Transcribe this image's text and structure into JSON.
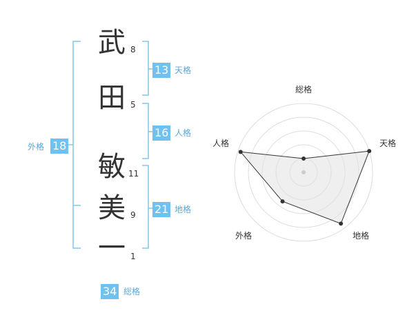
{
  "name_characters": [
    {
      "char": "武",
      "strokes": "8"
    },
    {
      "char": "田",
      "strokes": "5"
    },
    {
      "char": "敏",
      "strokes": "11"
    },
    {
      "char": "美",
      "strokes": "9"
    },
    {
      "char": "一",
      "strokes": "1"
    }
  ],
  "grids": {
    "tenkaku": {
      "value": "13",
      "label": "天格"
    },
    "jinkaku": {
      "value": "16",
      "label": "人格"
    },
    "chikaku": {
      "value": "21",
      "label": "地格"
    },
    "gaikaku": {
      "value": "18",
      "label": "外格"
    },
    "soukaku": {
      "value": "34",
      "label": "総格"
    }
  },
  "colors": {
    "bracket": "#7fc7f0",
    "badge": "#6ec1f0",
    "label": "#5aa8d8"
  },
  "chart_data": {
    "type": "radar",
    "axes": [
      "総格",
      "天格",
      "地格",
      "外格",
      "人格"
    ],
    "max": 5,
    "rings": 5,
    "values": [
      1.0,
      5.0,
      4.6,
      2.6,
      4.8
    ]
  }
}
